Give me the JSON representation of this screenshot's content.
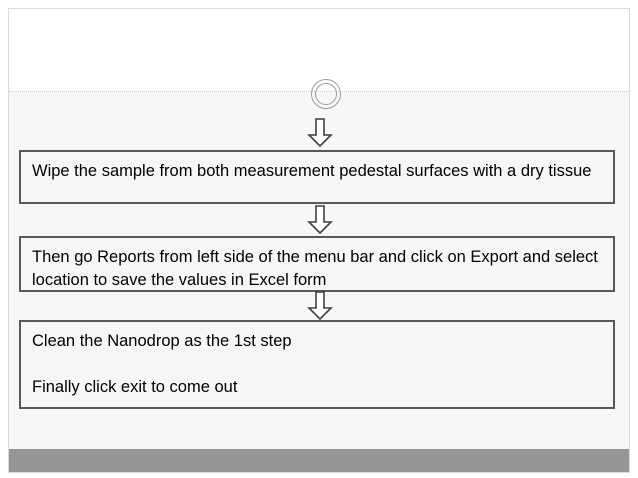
{
  "slide": {
    "title": "",
    "title_placeholder": "",
    "decor": {
      "ring_icon": "double-circle-decoration"
    },
    "connectors": [
      {
        "icon": "down-arrow-icon"
      },
      {
        "icon": "down-arrow-icon"
      },
      {
        "icon": "down-arrow-icon"
      }
    ],
    "steps": [
      {
        "id": "step-1",
        "lines": [
          "Wipe the sample from both measurement pedestal surfaces with a dry tissue"
        ]
      },
      {
        "id": "step-2",
        "lines": [
          "Then go Reports from left side of the menu bar and click on Export and select location to save the values in Excel form"
        ]
      },
      {
        "id": "step-3",
        "lines": [
          "Clean the Nanodrop as the 1st step",
          "Finally click exit to come out"
        ]
      }
    ],
    "colors": {
      "box_border": "#595959",
      "box_fill": "#f6f6f6",
      "body_band": "#f7f7f7",
      "footer_band": "#969696",
      "ring_stroke": "#9a9a9a",
      "divider": "#c6c6c6",
      "text": "#000000"
    }
  }
}
